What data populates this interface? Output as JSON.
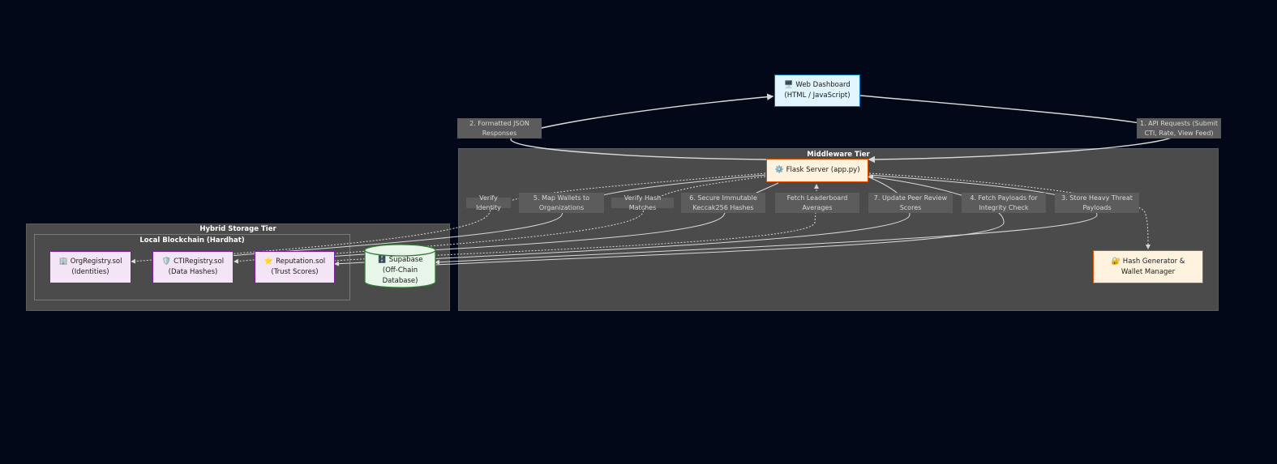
{
  "clusters": {
    "middleware": {
      "title": "Middleware Tier"
    },
    "storage": {
      "title": "Hybrid Storage Tier"
    },
    "blockchain": {
      "title": "Local Blockchain (Hardhat)"
    }
  },
  "nodes": {
    "dashboard": {
      "icon": "🖥️",
      "line1": "Web Dashboard",
      "line2": "(HTML / JavaScript)"
    },
    "flask": {
      "icon": "⚙️",
      "line1": "Flask Server (app.py)"
    },
    "hash": {
      "icon": "🔐",
      "line1": "Hash Generator &",
      "line2": "Wallet Manager"
    },
    "supabase": {
      "icon": "🗄️",
      "line1": "Supabase",
      "line2": "(Off-Chain Database)"
    },
    "org": {
      "icon": "🏢",
      "line1": "OrgRegistry.sol",
      "line2": "(Identities)"
    },
    "cti": {
      "icon": "🛡️",
      "line1": "CTIRegistry.sol",
      "line2": "(Data Hashes)"
    },
    "rep": {
      "icon": "⭐",
      "line1": "Reputation.sol",
      "line2": "(Trust Scores)"
    }
  },
  "edge_labels": {
    "e1": {
      "line1": "1. API Requests (Submit",
      "line2": "CTI, Rate, View Feed)"
    },
    "e2": {
      "line1": "2. Formatted JSON",
      "line2": "Responses"
    },
    "verify_identity": {
      "line1": "Verify Identity"
    },
    "e5": {
      "line1": "5. Map Wallets to",
      "line2": "Organizations"
    },
    "verify_hash": {
      "line1": "Verify Hash Matches"
    },
    "e6": {
      "line1": "6. Secure Immutable",
      "line2": "Keccak256 Hashes"
    },
    "leaderboard": {
      "line1": "Fetch Leaderboard",
      "line2": "Averages"
    },
    "e7": {
      "line1": "7. Update Peer Review",
      "line2": "Scores"
    },
    "e4": {
      "line1": "4. Fetch Payloads for",
      "line2": "Integrity Check"
    },
    "e3": {
      "line1": "3. Store Heavy Threat",
      "line2": "Payloads"
    }
  },
  "colors": {
    "background": "#020817",
    "cluster": "#4b4b4b",
    "edge": "#d9d9d9",
    "blue_fill": "#e1f5fe",
    "orange_fill": "#fff3e0",
    "purple_fill": "#f3e5f5",
    "green_fill": "#e8f5e9"
  }
}
